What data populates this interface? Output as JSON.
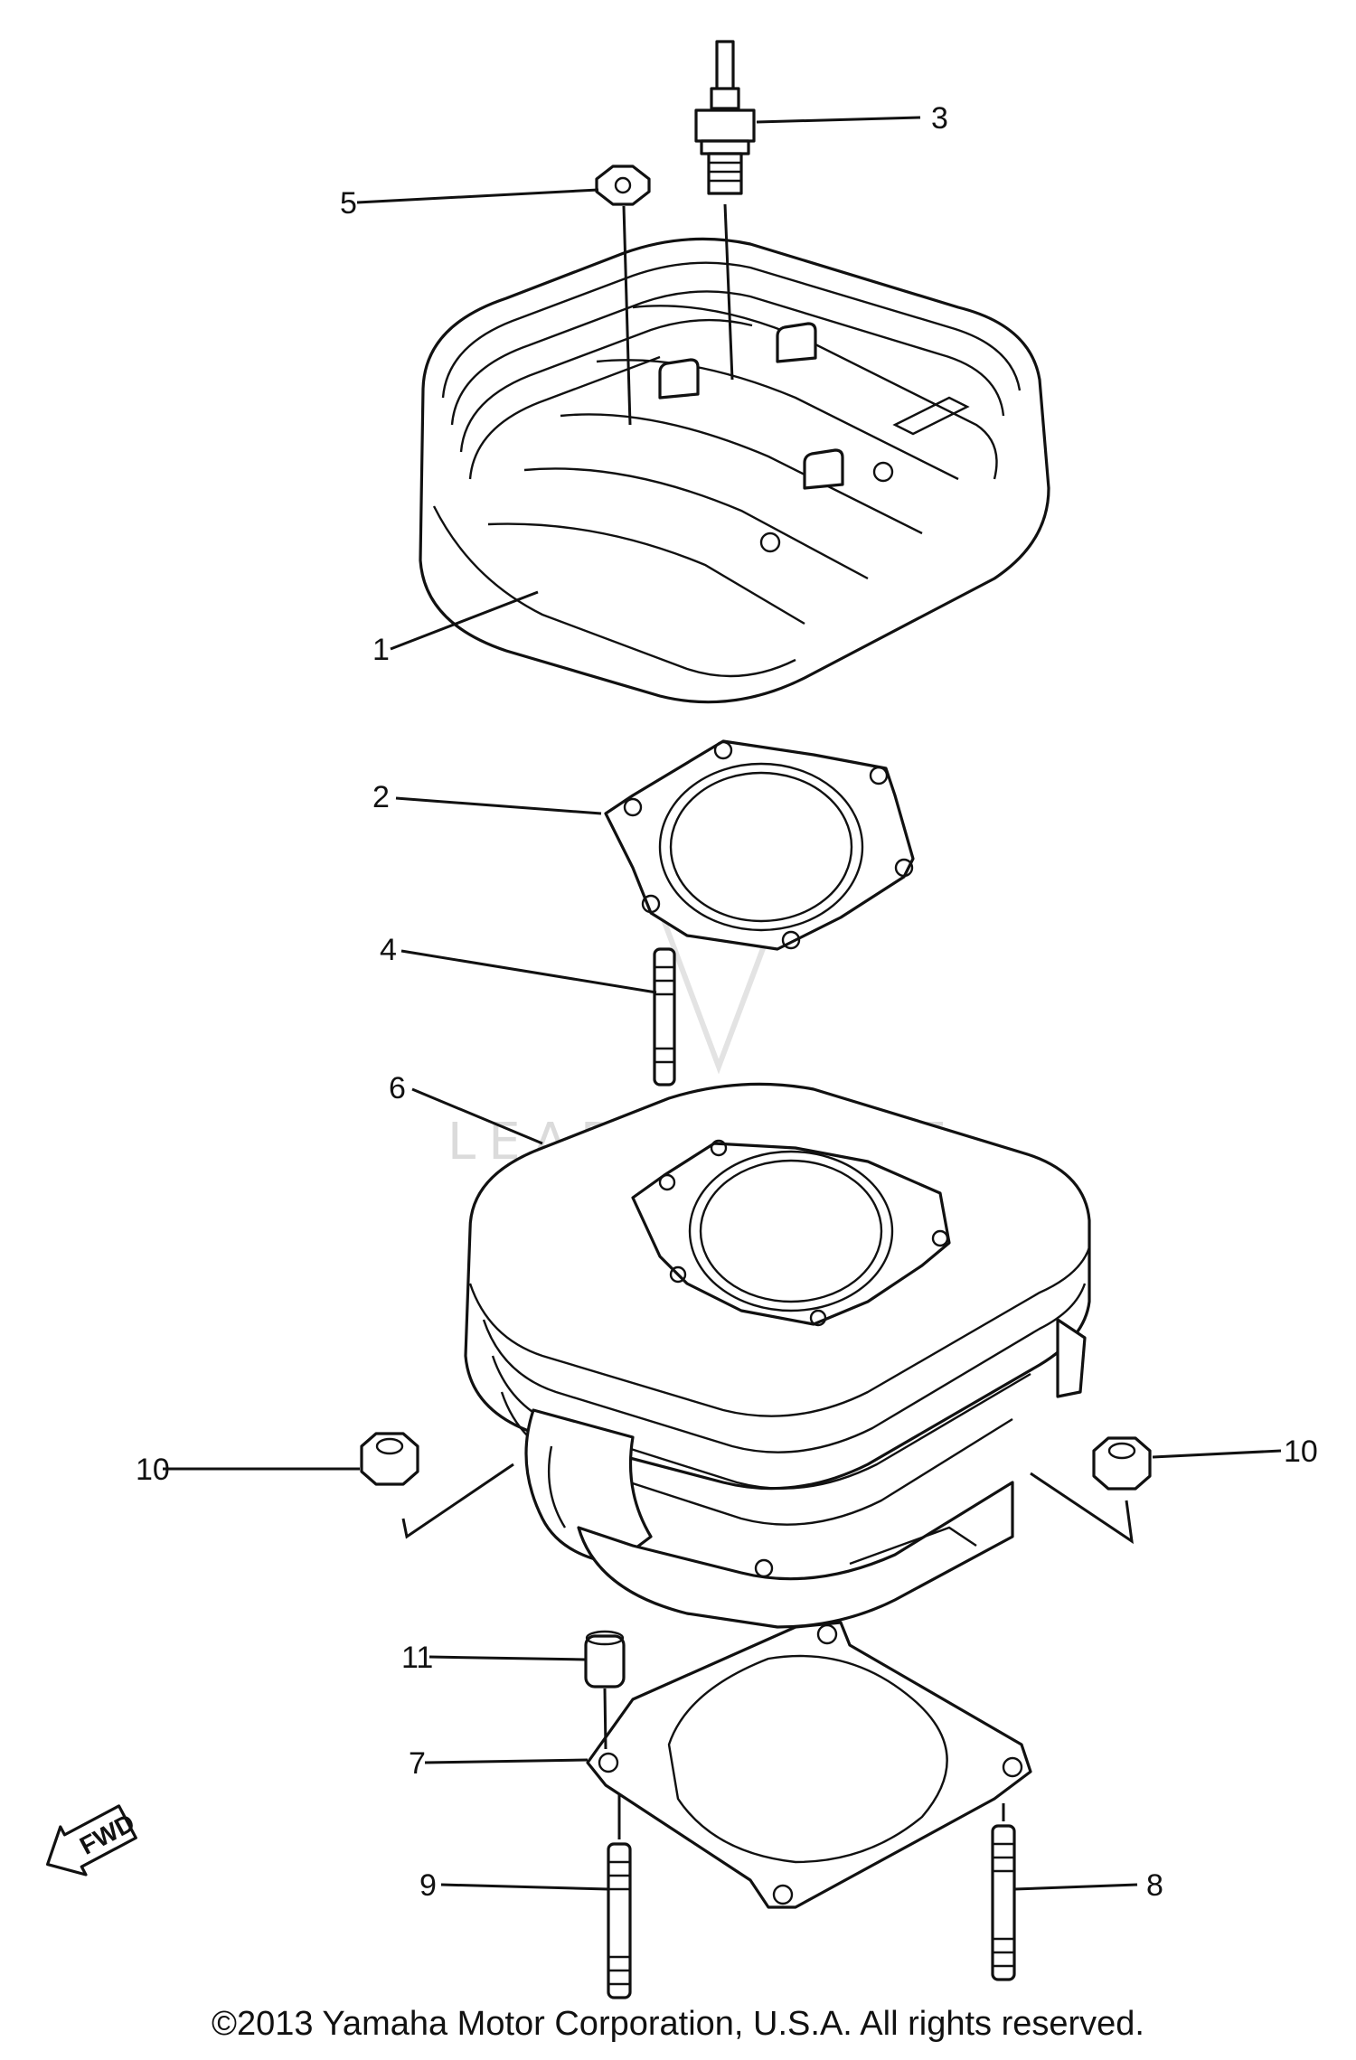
{
  "callouts": {
    "c1": "1",
    "c2": "2",
    "c3": "3",
    "c4": "4",
    "c5": "5",
    "c6": "6",
    "c7": "7",
    "c8": "8",
    "c9": "9",
    "c10_left": "10",
    "c10_right": "10",
    "c11": "11"
  },
  "direction_badge": "FWD",
  "watermark": "LEADVENTURE",
  "copyright": "©2013 Yamaha Motor Corporation, U.S.A. All rights reserved."
}
